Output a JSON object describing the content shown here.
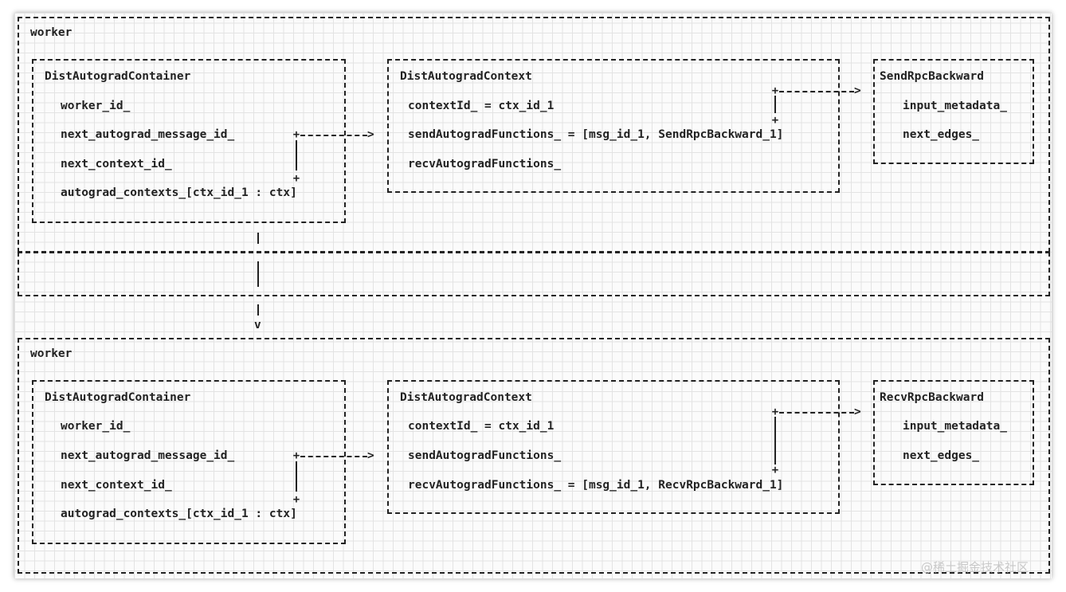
{
  "workers": [
    {
      "label": "worker",
      "container": {
        "title": "DistAutogradContainer",
        "fields": [
          "worker_id_",
          "next_autograd_message_id_",
          "next_context_id_",
          "autograd_contexts_[ctx_id_1 : ctx]"
        ]
      },
      "context": {
        "title": "DistAutogradContext",
        "fields": [
          "contextId_ = ctx_id_1",
          "sendAutogradFunctions_ = [msg_id_1, SendRpcBackward_1]",
          "recvAutogradFunctions_"
        ]
      },
      "rpc": {
        "title": "SendRpcBackward",
        "fields": [
          "input_metadata_",
          "next_edges_"
        ]
      }
    },
    {
      "label": "worker",
      "container": {
        "title": "DistAutogradContainer",
        "fields": [
          "worker_id_",
          "next_autograd_message_id_",
          "next_context_id_",
          "autograd_contexts_[ctx_id_1 : ctx]"
        ]
      },
      "context": {
        "title": "DistAutogradContext",
        "fields": [
          "contextId_ = ctx_id_1",
          "sendAutogradFunctions_",
          "recvAutogradFunctions_ = [msg_id_1, RecvRpcBackward_1]"
        ]
      },
      "rpc": {
        "title": "RecvRpcBackward",
        "fields": [
          "input_metadata_",
          "next_edges_"
        ]
      }
    }
  ],
  "connector_arrow_tip": "v",
  "arrow_tip": ">",
  "watermark": "@稀土掘金技术社区"
}
